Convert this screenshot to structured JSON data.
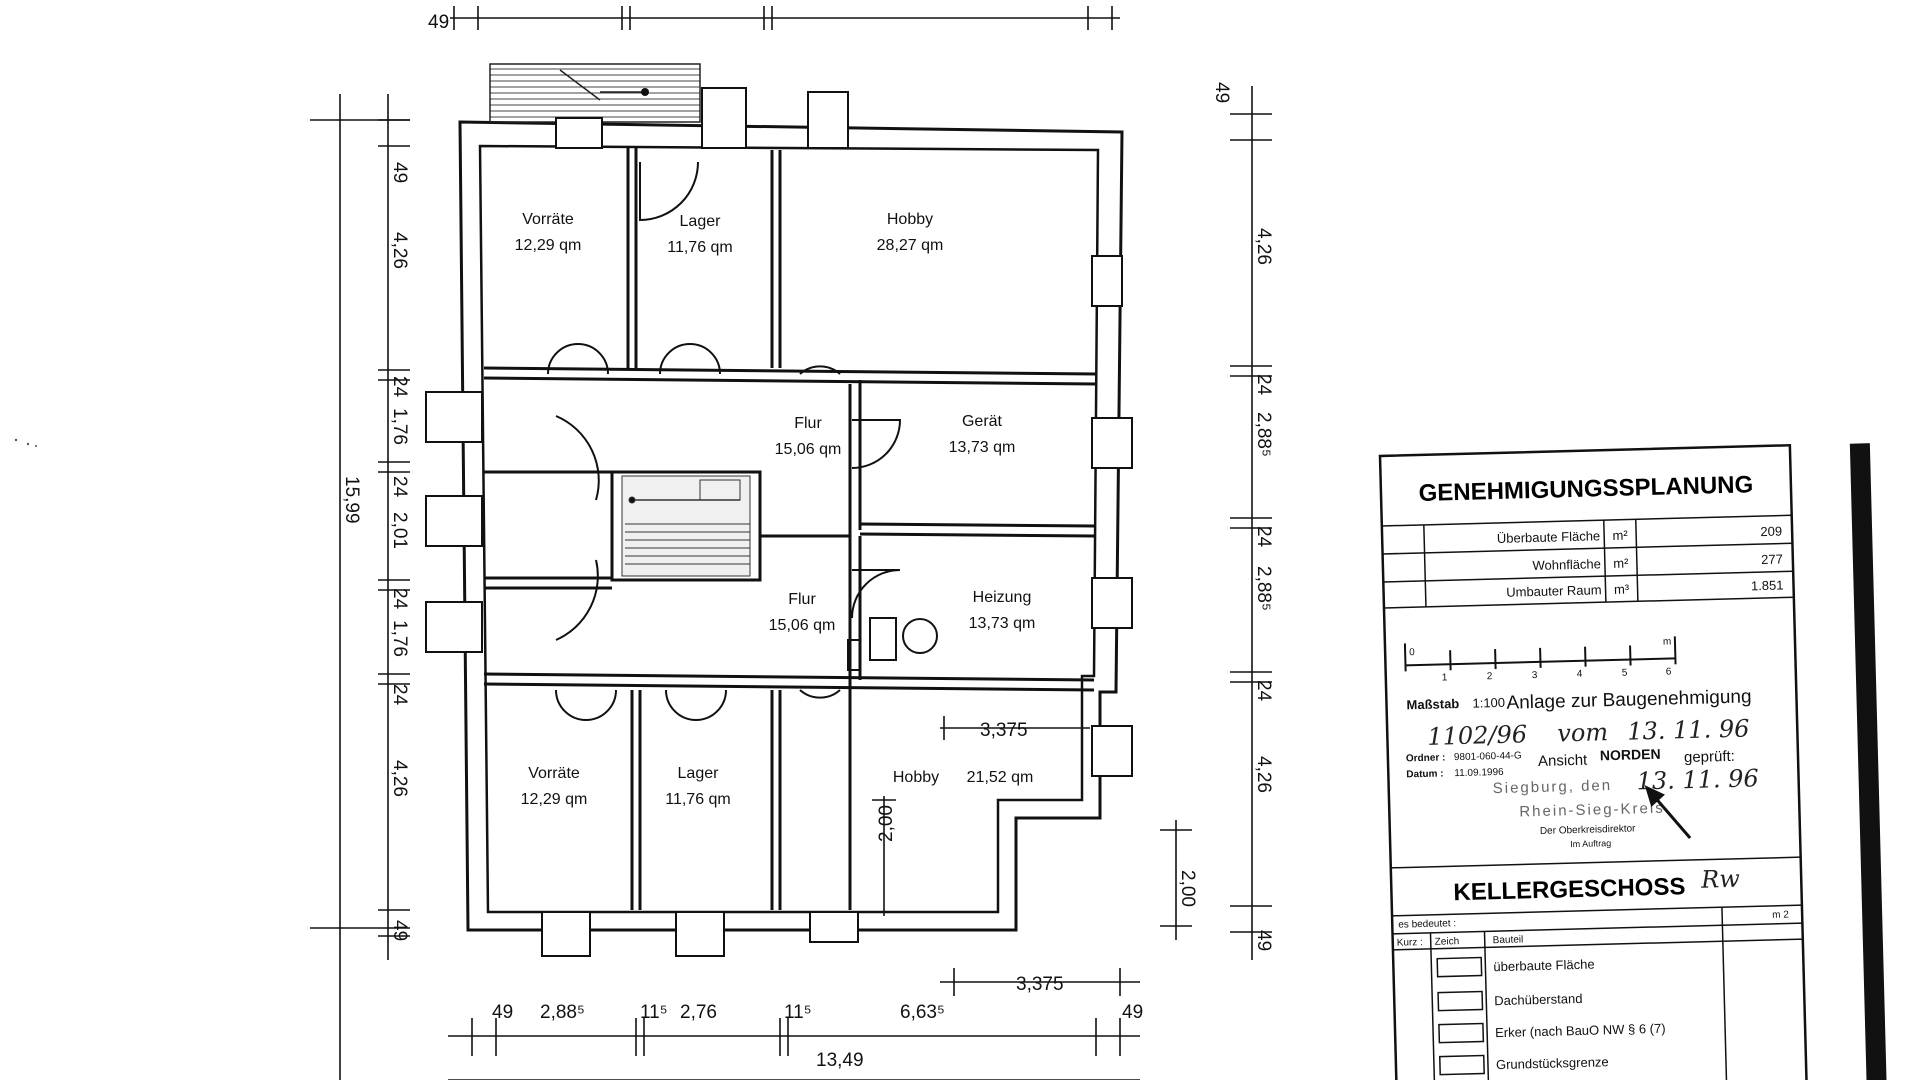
{
  "rooms": {
    "vorraete_top": {
      "name": "Vorräte",
      "area": "12,29 qm"
    },
    "lager_top": {
      "name": "Lager",
      "area": "11,76 qm"
    },
    "hobby_top": {
      "name": "Hobby",
      "area": "28,27 qm"
    },
    "flur_upper": {
      "name": "Flur",
      "area": "15,06 qm"
    },
    "geraet": {
      "name": "Gerät",
      "area": "13,73 qm"
    },
    "flur_lower": {
      "name": "Flur",
      "area": "15,06 qm"
    },
    "heizung": {
      "name": "Heizung",
      "area": "13,73 qm"
    },
    "vorraete_bottom": {
      "name": "Vorräte",
      "area": "12,29 qm"
    },
    "lager_bottom": {
      "name": "Lager",
      "area": "11,76 qm"
    },
    "hobby_bottom": {
      "name": "Hobby",
      "area": "21,52 qm"
    }
  },
  "dimensions": {
    "top_49": "49",
    "left": [
      "49",
      "4,26",
      "24",
      "1,76",
      "24",
      "2,01",
      "24",
      "1,76",
      "24",
      "4,26",
      "49"
    ],
    "left_total": "15,99",
    "right": [
      "49",
      "4,26",
      "24",
      "2,88⁵",
      "24",
      "2,88⁵",
      "24",
      "4,26",
      "49"
    ],
    "bottom": [
      "49",
      "2,88⁵",
      "11⁵",
      "2,76",
      "11⁵",
      "6,63⁵",
      "49"
    ],
    "bottom_total": "13,49",
    "inner_3375": "3,375",
    "inner_200": "2,00",
    "outer_200": "2,00",
    "outer_3375": "3,375"
  },
  "titleblock": {
    "title": "GENEHMIGUNGSSPLANUNG",
    "rows": [
      {
        "label": "Überbaute Fläche",
        "unit": "m²",
        "value": "209"
      },
      {
        "label": "Wohnfläche",
        "unit": "m²",
        "value": "277"
      },
      {
        "label": "Umbauter Raum",
        "unit": "m³",
        "value": "1.851"
      }
    ],
    "scale_ticks": [
      "0",
      "1",
      "2",
      "3",
      "4",
      "5",
      "6"
    ],
    "scale_unit": "m",
    "massstab_label": "Maßstab",
    "massstab_value": "1:100",
    "anlage_text": "Anlage zur Baugenehmigung",
    "hand_number": "1102/96",
    "hand_vom": "vom",
    "hand_date1": "13. 11. 96",
    "geprueft_prefix": "Ansicht",
    "norden": "NORDEN",
    "geprueft_suffix": "geprüft:",
    "ordner_label": "Ordner :",
    "ordner_value": "9801-060-44-G",
    "datum_label": "Datum :",
    "datum_value": "11.09.1996",
    "hand_date2": "13. 11. 96",
    "stamp_line1": "Siegburg, den",
    "stamp_line2": "Rhein-Sieg-Kreis",
    "stamp_line3": "Der Oberkreisdirektor",
    "stamp_line4": "Im Auftrag",
    "floor_title": "KELLERGESCHOSS",
    "signature": "Rw",
    "legend_header": "es bedeutet :",
    "legend_unit": "m 2",
    "legend_cols": [
      "Kurz :",
      "Zeich",
      "Bauteil"
    ],
    "legend_items": [
      "überbaute Fläche",
      "Dachüberstand",
      "Erker (nach BauO NW § 6 (7)",
      "Grundstücksgrenze"
    ]
  }
}
